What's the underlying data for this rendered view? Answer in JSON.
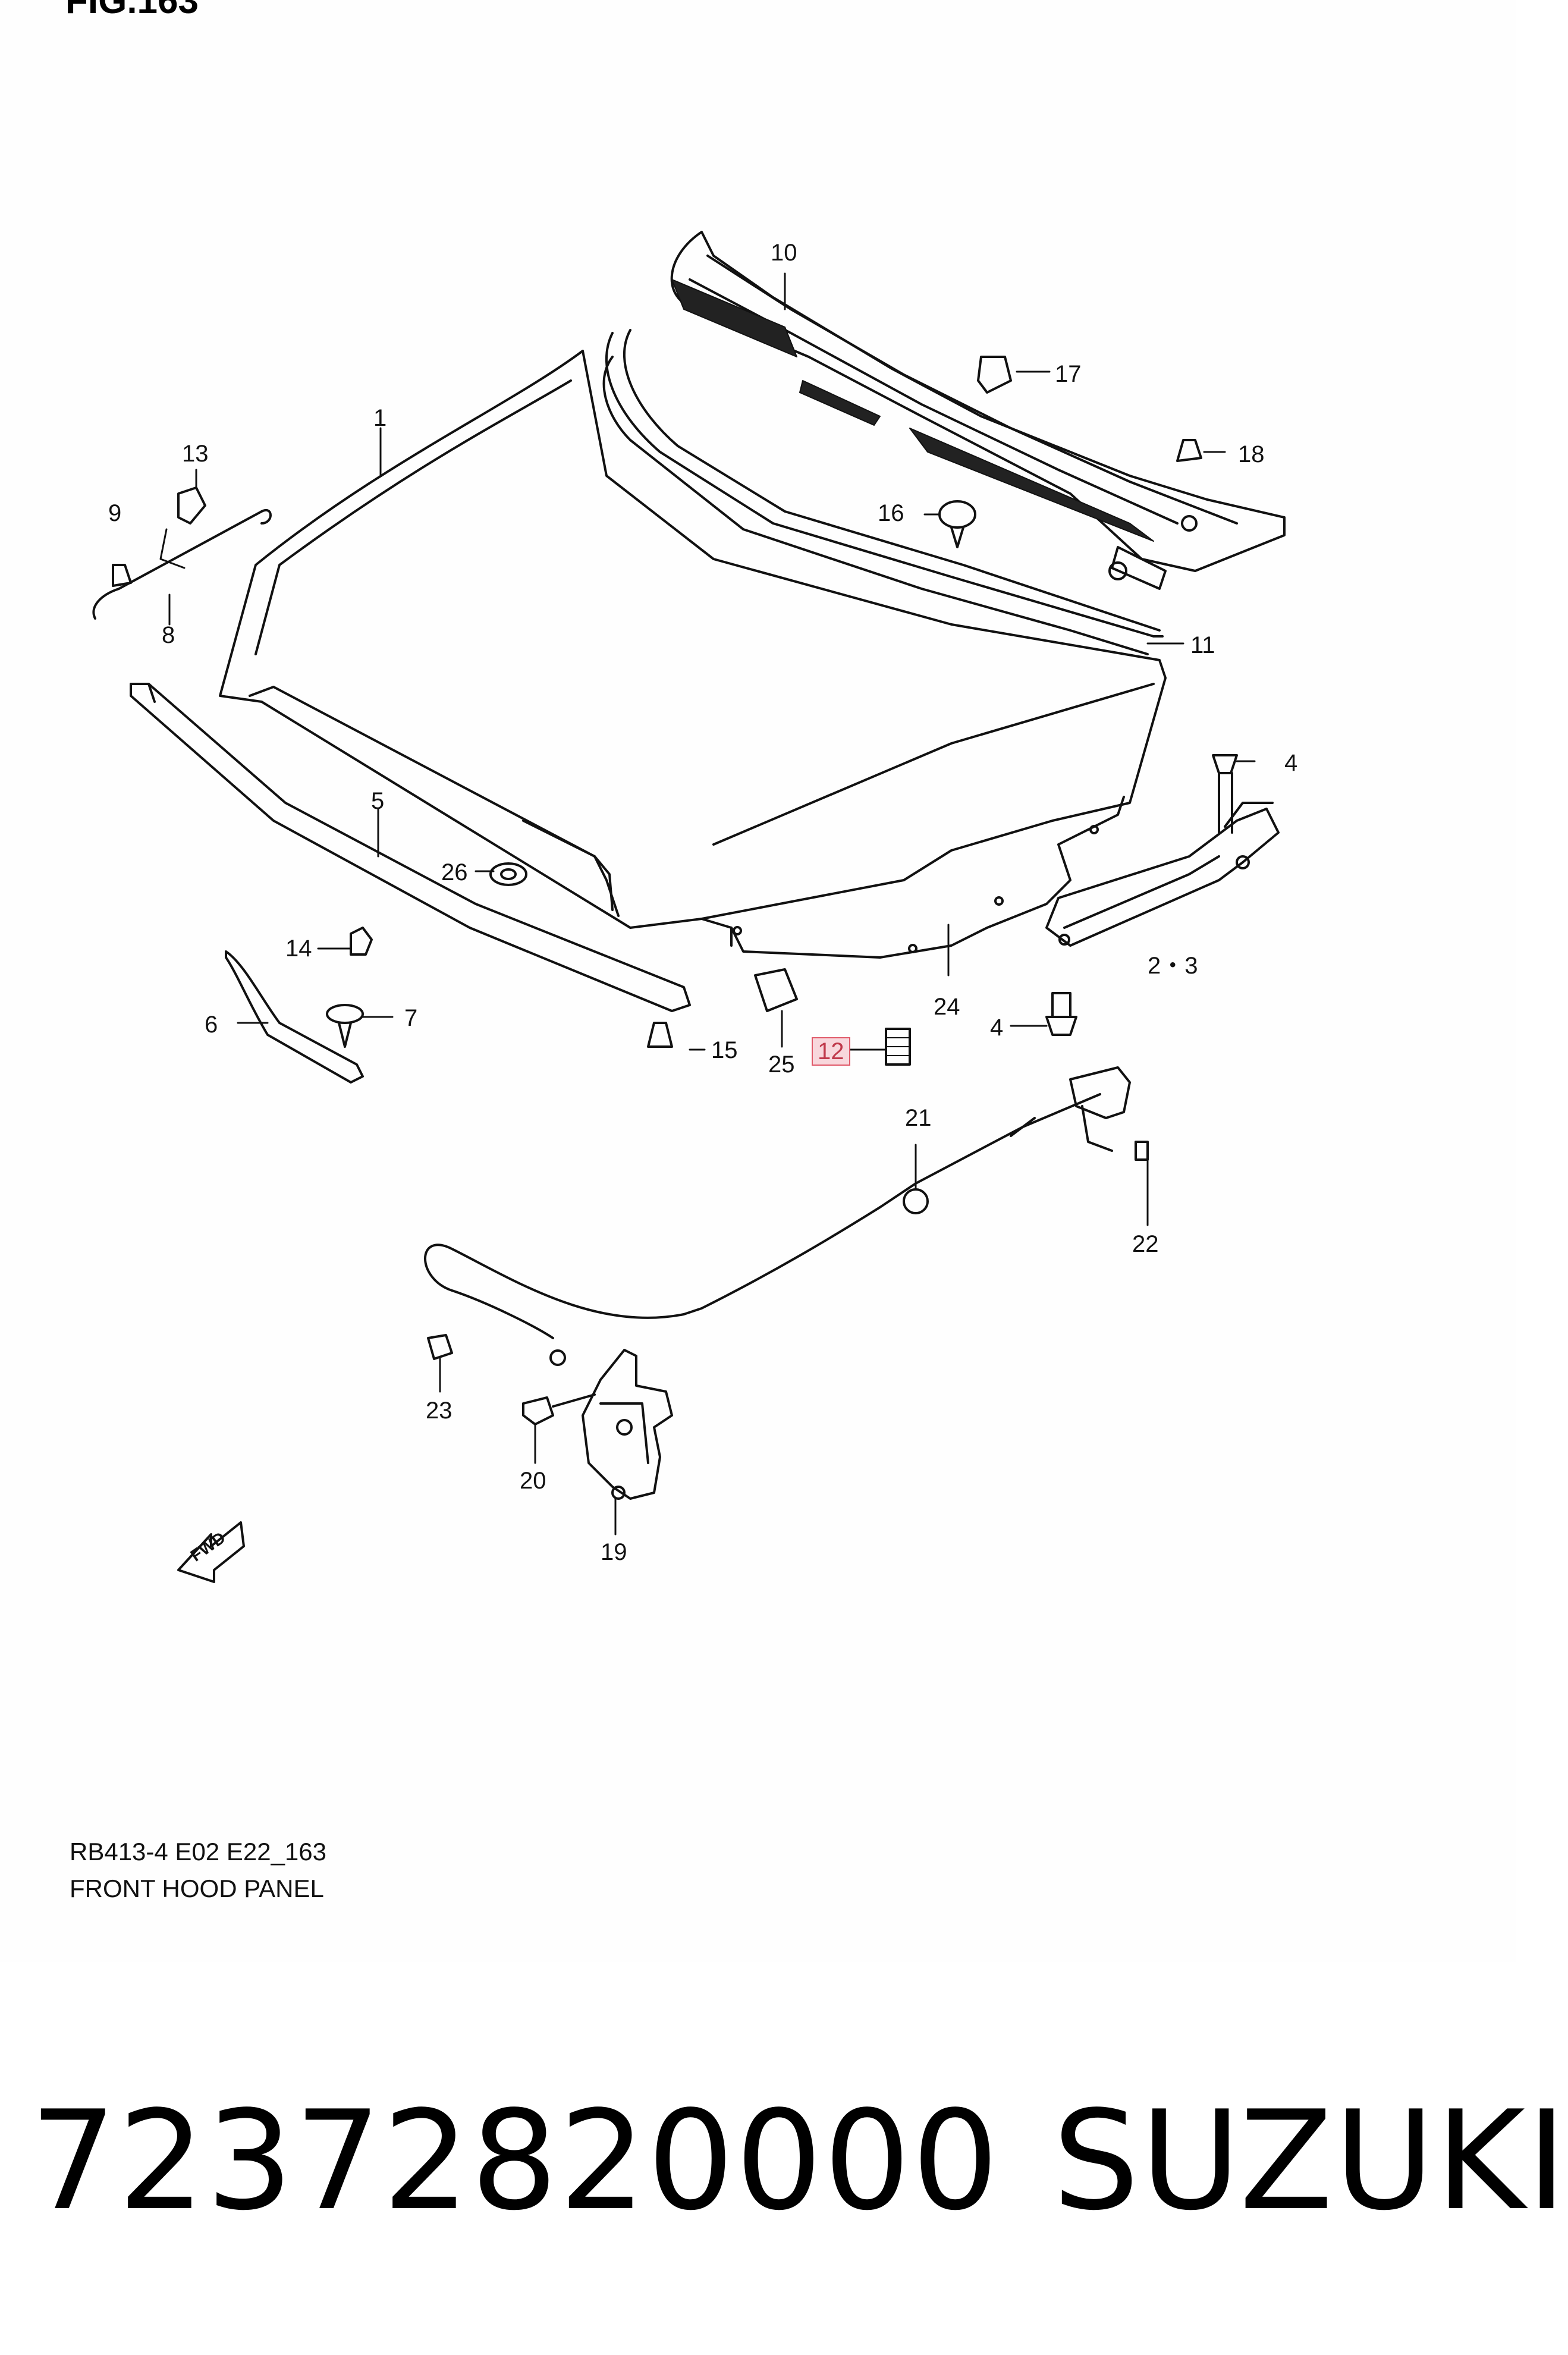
{
  "figure": {
    "title": "FIG.163",
    "code": "RB413-4 E02 E22_163",
    "name": "FRONT HOOD PANEL",
    "fwd_label": "FWD"
  },
  "callouts": {
    "c1": "1",
    "c2_3": "2・3",
    "c4a": "4",
    "c4b": "4",
    "c5": "5",
    "c6": "6",
    "c7": "7",
    "c8": "8",
    "c9": "9",
    "c10": "10",
    "c11": "11",
    "c12": "12",
    "c13": "13",
    "c14": "14",
    "c15": "15",
    "c16": "16",
    "c17": "17",
    "c18": "18",
    "c19": "19",
    "c20": "20",
    "c21": "21",
    "c22": "22",
    "c23": "23",
    "c24": "24",
    "c25": "25",
    "c26": "26"
  },
  "highlighted_part": "12",
  "footer": {
    "part_number": "72372820000",
    "brand": "SUZUKI"
  }
}
